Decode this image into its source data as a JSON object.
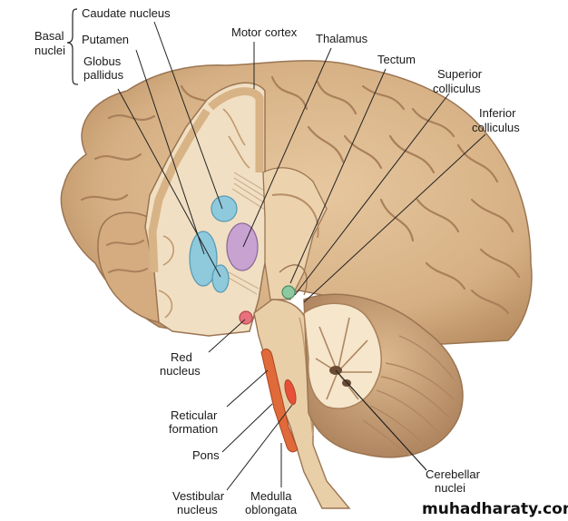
{
  "labels": {
    "basal_nuclei": [
      "Basal",
      "nuclei"
    ],
    "caudate_nucleus": [
      "Caudate nucleus"
    ],
    "putamen": [
      "Putamen"
    ],
    "globus_pallidus": [
      "Globus",
      "pallidus"
    ],
    "motor_cortex": [
      "Motor cortex"
    ],
    "thalamus": [
      "Thalamus"
    ],
    "tectum": [
      "Tectum"
    ],
    "superior_colliculus": [
      "Superior",
      "colliculus"
    ],
    "inferior_colliculus": [
      "Inferior",
      "colliculus"
    ],
    "red_nucleus": [
      "Red",
      "nucleus"
    ],
    "reticular_formation": [
      "Reticular",
      "formation"
    ],
    "pons": [
      "Pons"
    ],
    "vestibular_nucleus": [
      "Vestibular",
      "nucleus"
    ],
    "medulla_oblongata": [
      "Medulla",
      "oblongata"
    ],
    "cerebellar_nuclei": [
      "Cerebellar",
      "nuclei"
    ]
  },
  "watermark": "muhadharaty.com",
  "colors": {
    "caudate": "#8ec9dc",
    "putamen": "#8ec9dc",
    "globus": "#8ec9dc",
    "thalamus": "#c8a3d2",
    "red_nucleus": "#e8727c",
    "reticular": "#e06a3a",
    "vestibular": "#e06a3a",
    "tectum": "#8cc9a0",
    "cortex": "#d9b488",
    "white_matter": "#f0dcc0",
    "cerebellum": "#cfa87e"
  }
}
